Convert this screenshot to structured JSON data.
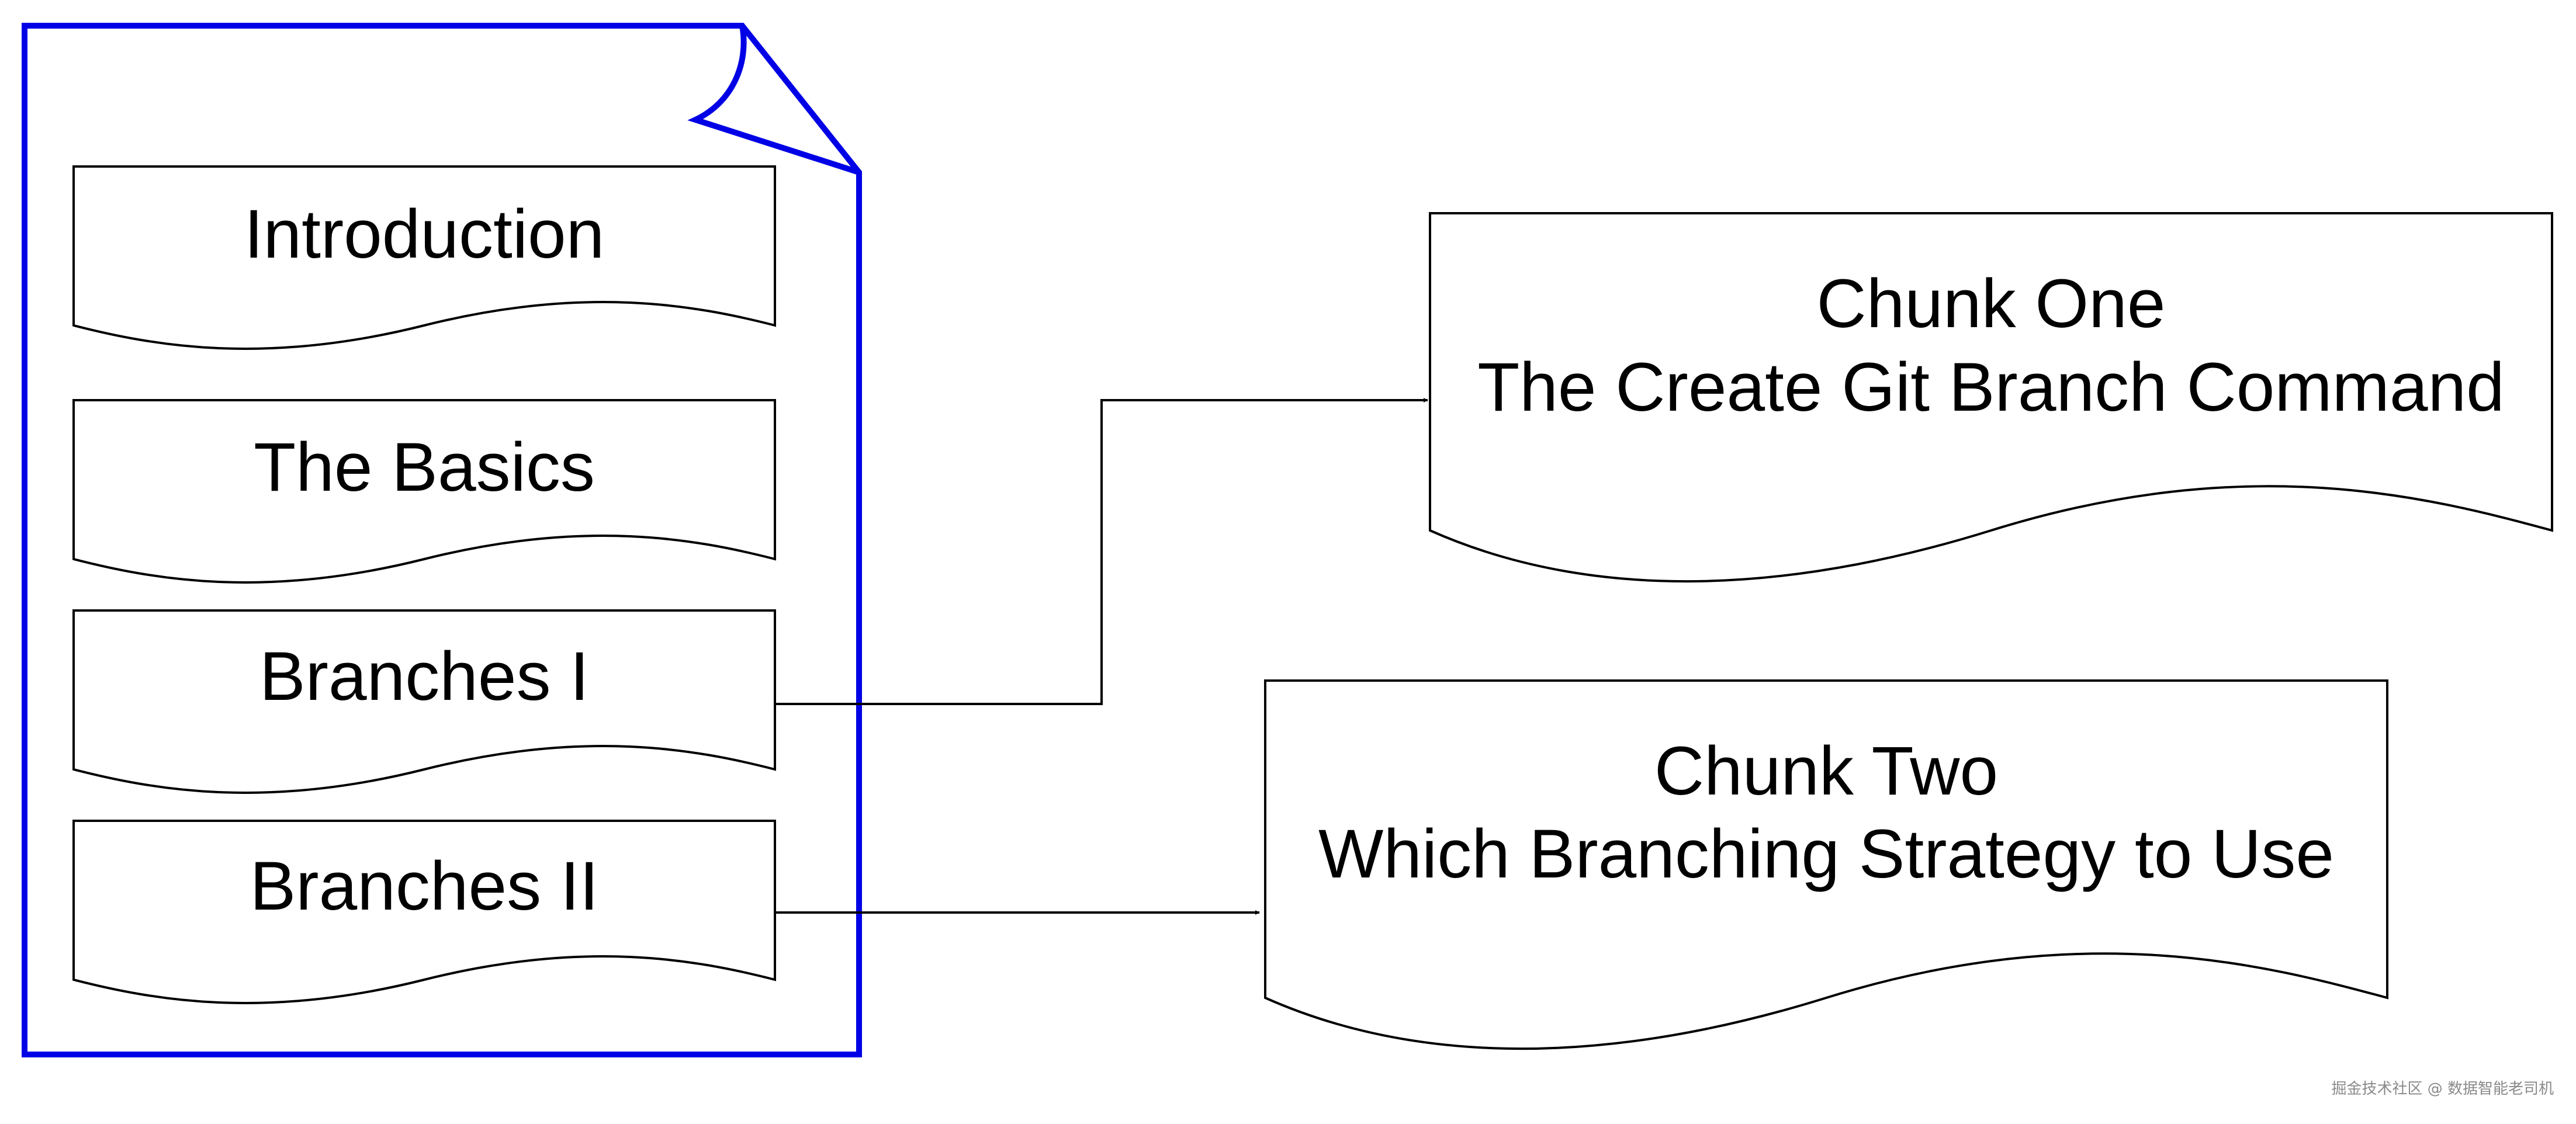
{
  "container": {
    "stroke_color": "#0000e6"
  },
  "sections": [
    {
      "label": "Introduction"
    },
    {
      "label": "The Basics"
    },
    {
      "label": "Branches I"
    },
    {
      "label": "Branches II"
    }
  ],
  "chunks": [
    {
      "title": "Chunk One",
      "subtitle": "The Create Git Branch Command"
    },
    {
      "title": "Chunk Two",
      "subtitle": "Which Branching Strategy to Use"
    }
  ],
  "watermark": {
    "text": "掘金技术社区 @ 数据智能老司机"
  }
}
